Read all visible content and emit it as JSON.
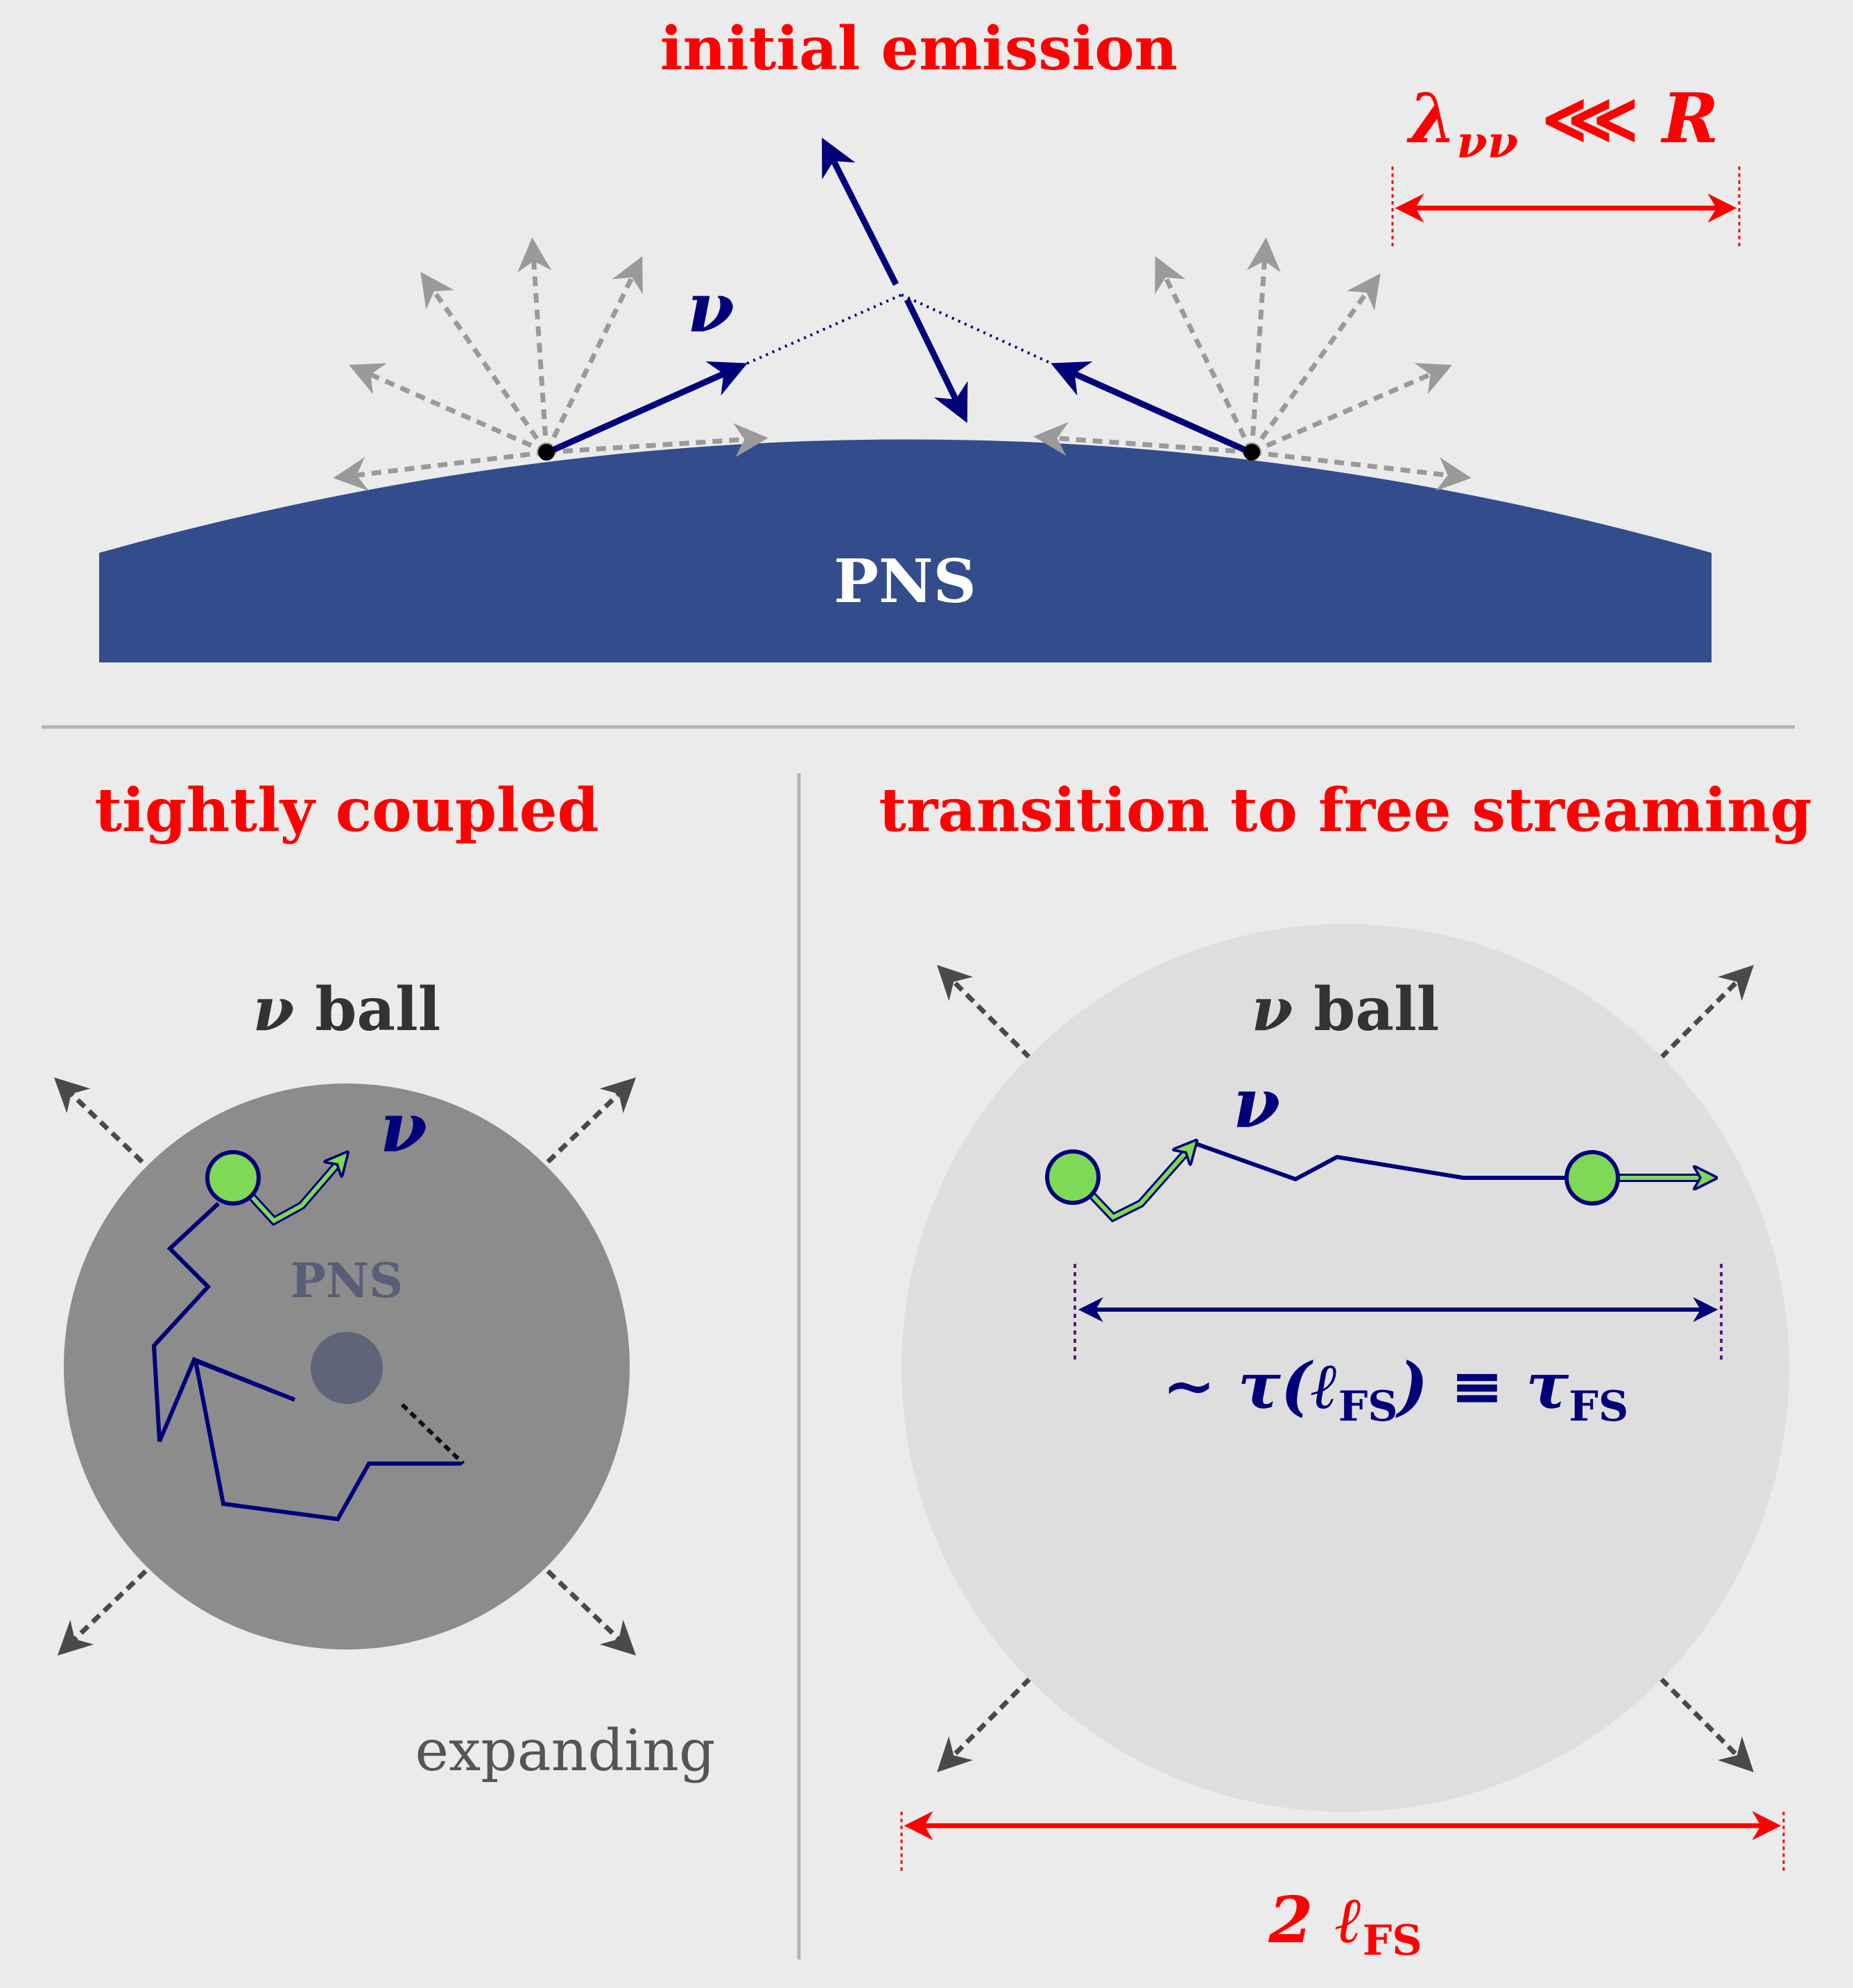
{
  "top_panel": {
    "title": "initial emission",
    "scale_symbol": "λ",
    "scale_sub": "νν",
    "scale_rel": " ⋘ ",
    "scale_R": "R",
    "nu_label": "ν",
    "pns_label": "PNS"
  },
  "left_panel": {
    "title": "tightly coupled",
    "ball_nu": "ν",
    "ball_word": " ball",
    "nu_label": "ν",
    "pns_label": "PNS",
    "expanding_label": "expanding"
  },
  "right_panel": {
    "title": "transition to free streaming",
    "ball_nu": "ν",
    "ball_word": " ball",
    "nu_label": "ν",
    "tau_prefix": "∼ τ(ℓ",
    "tau_sub1": "FS",
    "tau_mid": ") ≡ τ",
    "tau_sub2": "FS",
    "width_prefix": "2 ℓ",
    "width_sub": "FS"
  },
  "colors": {
    "background": "#ebebeb",
    "red": "#ff0000",
    "navy": "#00007a",
    "pns_blue": "#334c8c",
    "green": "#7ed957",
    "ball_dark": "#8c8c8c",
    "ball_light": "#dedede"
  }
}
